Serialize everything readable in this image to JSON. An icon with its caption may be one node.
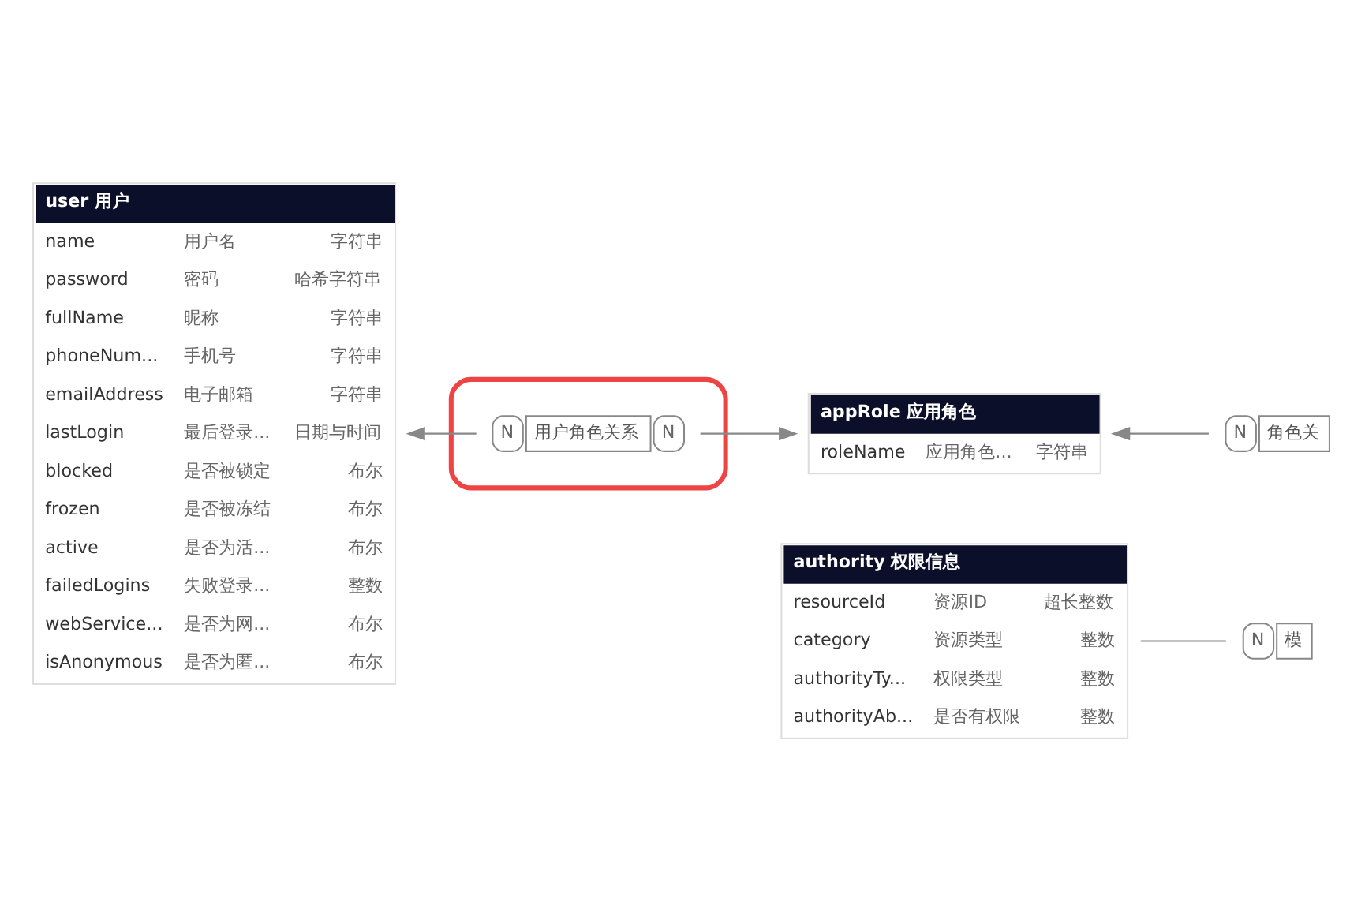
{
  "diagram": {
    "nodes": [
      {
        "text": [
          "user 用户",
          "name",
          "用户名",
          "字符串",
          "password",
          "密码",
          "哈希字符串",
          "fullName",
          "昵称",
          "字符串",
          "phoneNum...",
          "手机号",
          "字符串",
          "emailAddress",
          "电子邮箱",
          "字符串",
          "lastLogin",
          "最后登录...",
          "日期与时间",
          "blocked",
          "是否被锁定",
          "布尔",
          "frozen",
          "是否被冻结",
          "布尔",
          "active",
          "是否为活...",
          "布尔",
          "failedLogins",
          "失败登录...",
          "整数",
          "webService...",
          "是否为网...",
          "布尔",
          "isAnonymous",
          "是否为匿...",
          "布尔"
        ]
      },
      {
        "text": [],
        "shape": "box"
      },
      {
        "text": [
          "用户角色关系"
        ],
        "in": 1,
        "beside": [
          "N",
          "N"
        ]
      },
      {
        "text": [
          "appRole 应用角色",
          "roleName",
          "应用角色...",
          "字符串"
        ]
      },
      {
        "text": [
          "角色关"
        ],
        "beside": [
          "N"
        ]
      },
      {
        "text": [
          "authority 权限信息",
          "resourceId",
          "资源ID",
          "超长整数",
          "category",
          "资源类型",
          "整数",
          "authorityTy...",
          "权限类型",
          "整数",
          "authorityAb...",
          "是否有权限",
          "整数"
        ]
      },
      {
        "text": [
          "模"
        ],
        "beside": [
          "N"
        ]
      }
    ],
    "edges": [
      {
        "from": 2,
        "to": 0,
        "arrow": "to"
      },
      {
        "from": 2,
        "to": 3,
        "arrow": "to"
      },
      {
        "from": 4,
        "to": 3,
        "arrow": "to"
      },
      {
        "from": 6,
        "to": 5,
        "arrow": "none"
      }
    ]
  }
}
